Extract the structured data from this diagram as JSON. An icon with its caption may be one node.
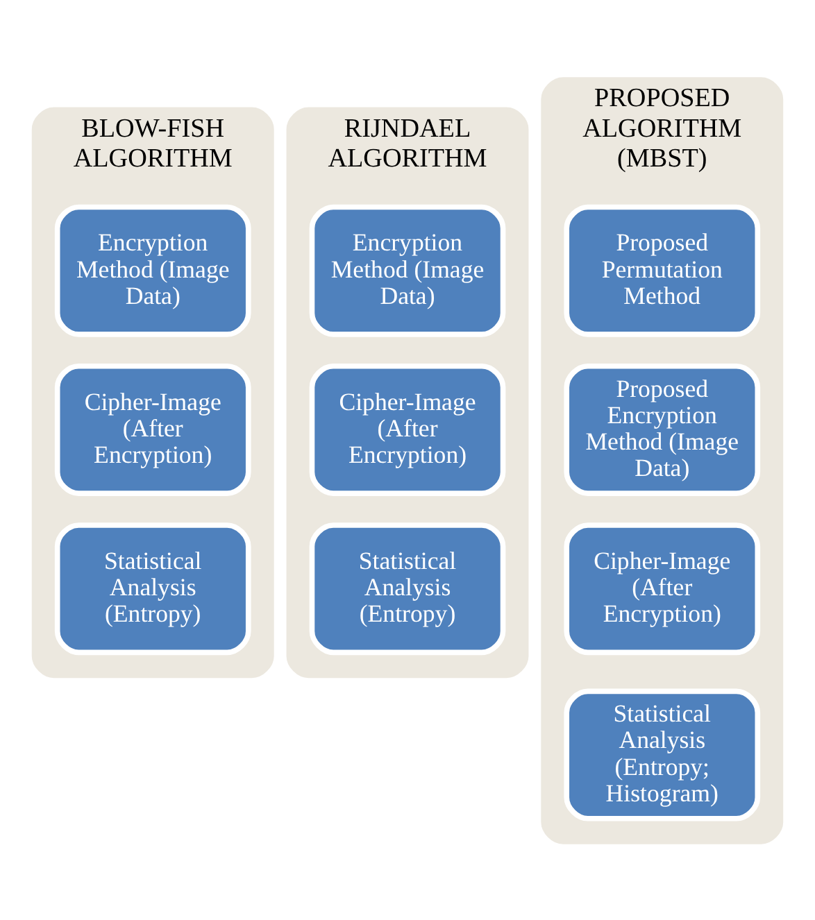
{
  "diagram": {
    "nodes": [
      {
        "text": [
          "BLOW-FISH ALGORITHM"
        ]
      },
      {
        "text": [
          "Encryption Method (Image Data)"
        ],
        "in": 0
      },
      {
        "text": [
          "Cipher-Image (After Encryption)"
        ],
        "in": 0
      },
      {
        "text": [
          "Statistical Analysis (Entropy)"
        ],
        "in": 0
      },
      {
        "text": [
          "RIJNDAEL ALGORITHM"
        ]
      },
      {
        "text": [
          "Encryption Method (Image Data)"
        ],
        "in": 4
      },
      {
        "text": [
          "Cipher-Image (After Encryption)"
        ],
        "in": 4
      },
      {
        "text": [
          "Statistical Analysis (Entropy)"
        ],
        "in": 4
      },
      {
        "text": [
          "PROPOSED ALGORITHM (MBST)"
        ]
      },
      {
        "text": [
          "Proposed Permutation Method"
        ],
        "in": 8
      },
      {
        "text": [
          "Proposed Encryption Method (Image Data)"
        ],
        "in": 8
      },
      {
        "text": [
          "Cipher-Image (After Encryption)"
        ],
        "in": 8
      },
      {
        "text": [
          "Statistical Analysis (Entropy; Histogram)"
        ],
        "in": 8
      }
    ]
  }
}
